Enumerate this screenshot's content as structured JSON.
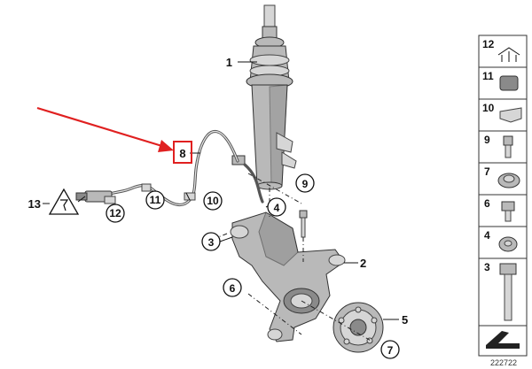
{
  "diagram": {
    "image_number": "222722",
    "callouts": {
      "p1": "1",
      "p2": "2",
      "p3": "3",
      "p4": "4",
      "p5": "5",
      "p6": "6",
      "p7": "7",
      "p8": "8",
      "p9": "9",
      "p10": "10",
      "p11": "11",
      "p12": "12",
      "p13": "13"
    },
    "highlight_color": "#e02020",
    "sidebar_items": [
      "12",
      "11",
      "10",
      "9",
      "7",
      "6",
      "4",
      "3"
    ]
  }
}
